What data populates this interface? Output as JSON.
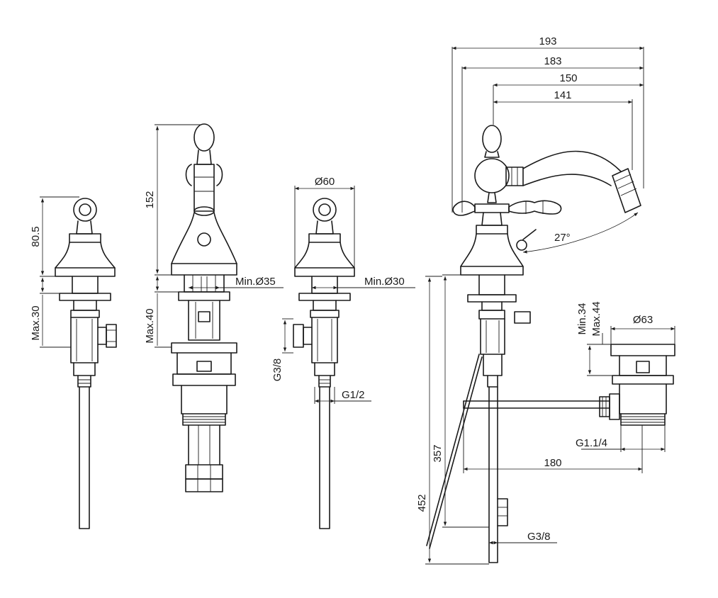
{
  "dimensions": {
    "overall_193": "193",
    "overall_183": "183",
    "reach_150": "150",
    "reach_141": "141",
    "height_80_5": "80.5",
    "height_152": "152",
    "max_30": "Max.30",
    "max_40": "Max.40",
    "dia_60": "Ø60",
    "min_dia_35": "Min.Ø35",
    "min_dia_30": "Min.Ø30",
    "g3_8_side": "G3/8",
    "g1_2": "G1/2",
    "angle_27": "27°",
    "min_34": "Min.34",
    "max_44": "Max.44",
    "dia_63": "Ø63",
    "g1_1_4": "G1.1/4",
    "dist_180": "180",
    "len_357": "357",
    "len_452": "452",
    "g3_8_bottom": "G3/8"
  },
  "colors": {
    "line": "#1a1a1a",
    "background": "#ffffff"
  }
}
